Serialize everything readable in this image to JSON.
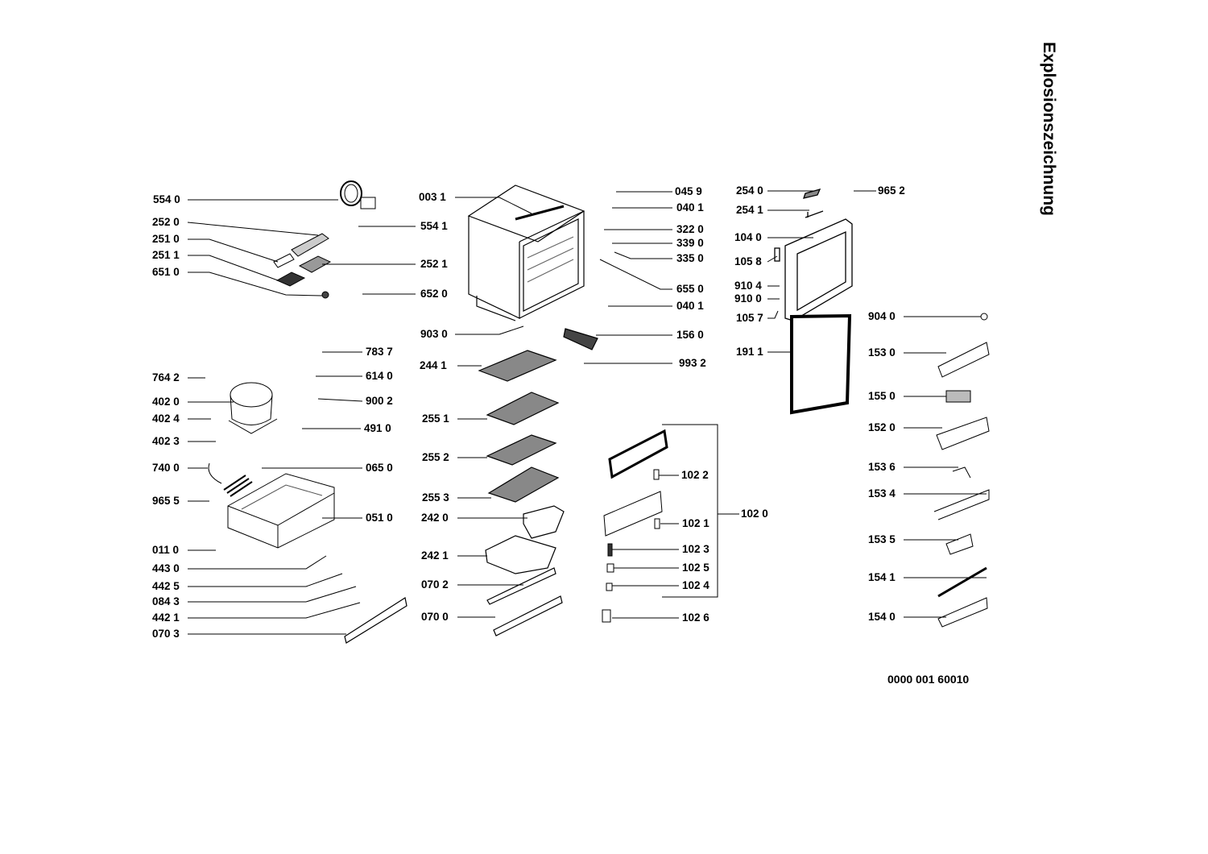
{
  "title": "Explosionszeichnung",
  "drawing_number": "0000 001 60010",
  "part_labels": [
    "554 0",
    "252 0",
    "251 0",
    "251 1",
    "651 0",
    "764 2",
    "402 0",
    "402 4",
    "402 3",
    "740 0",
    "965 5",
    "011 0",
    "443 0",
    "442 5",
    "084 3",
    "442 1",
    "070 3",
    "554 1",
    "252 1",
    "652 0",
    "783 7",
    "614 0",
    "900 2",
    "491 0",
    "065 0",
    "051 0",
    "003 1",
    "903 0",
    "244 1",
    "255 1",
    "255 2",
    "255 3",
    "242 0",
    "242 1",
    "070 2",
    "070 0",
    "045 9",
    "040 1",
    "322 0",
    "339 0",
    "335 0",
    "655 0",
    "040 1",
    "156 0",
    "993 2",
    "102 2",
    "102 1",
    "102 3",
    "102 5",
    "102 4",
    "102 6",
    "102 0",
    "254 0",
    "254 1",
    "104 0",
    "105 8",
    "910 4",
    "910 0",
    "105 7",
    "191 1",
    "965 2",
    "904 0",
    "153 0",
    "155 0",
    "152 0",
    "153 6",
    "153 4",
    "153 5",
    "154 1",
    "154 0"
  ]
}
